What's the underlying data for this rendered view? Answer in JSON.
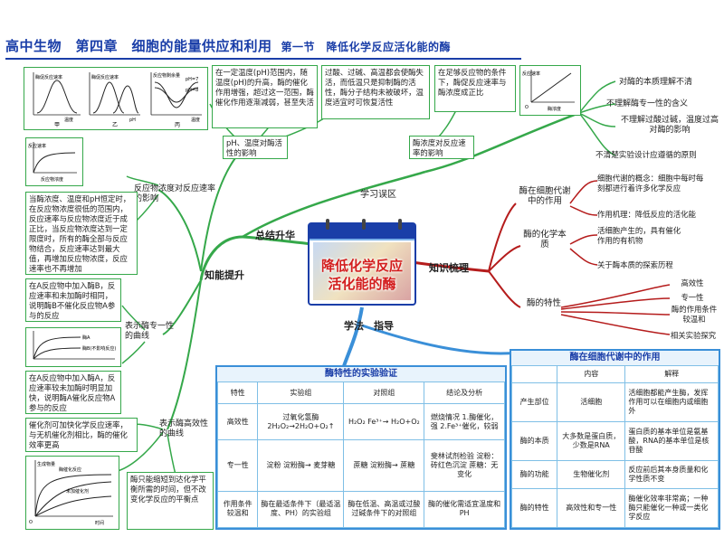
{
  "title": {
    "chapter": "高中生物　第四章　细胞的能量供应和利用",
    "section": "第一节　降低化学反应活化能的酶"
  },
  "center": {
    "line1": "降低化学反应",
    "line2": "活化能的酶"
  },
  "branches": {
    "zongjie": "总结升华",
    "zhishi": "知识梳理",
    "xuefa": "学法　指导",
    "nengli": "知能提升",
    "wuqu": "学习误区"
  },
  "top_boxes": {
    "b1": "在一定温度(pH)范围内，随温度(pH)的升高，酶的催化作用增强，超过这一范围，酶催化作用逐渐减弱，甚至失活",
    "b2": "过酸、过碱、高温都会使酶失活，而低温只是抑制酶的活性，酶分子结构未被破坏，温度适宜时可恢复活性",
    "b3": "在足够反应物的条件下，酶促反应速率与酶浓度成正比",
    "ph_label": "pH、温度对酶活性的影响",
    "conc_label": "酶浓度对反应速率的影响"
  },
  "graphs": {
    "jia": "甲",
    "yi": "乙",
    "bing": "丙",
    "g1y": "酶促反应速率",
    "g1x": "温度",
    "g2y": "酶促反应速率",
    "g2x": "pH",
    "g3y": "反应物剩余量",
    "g3a": "pH=7",
    "g3b": "pH=8",
    "g3x": "温度",
    "g4y": "反应速率",
    "g4x": "酶浓度",
    "origin": "O",
    "g5y": "反应速率",
    "g5x": "反应物浓度",
    "g6a": "酶A",
    "g6b": "酶B(不影响反应)",
    "g7y": "生成物量",
    "g7a": "酶催化反应",
    "g7b": "未加催化剂",
    "g7x": "时间"
  },
  "left_boxes": {
    "substrate_label": "反应物浓度对反应速率的影响",
    "b4": "当酶浓度、温度和pH恒定时，在反应物浓度很低的范围内，反应速率与反应物浓度近于成正比，当反应物浓度达到一定限度时，所有的酶全部与反应物结合，反应速率达到最大值，再增加反应物浓度，反应速率也不再增加",
    "b5": "在A反应物中加入酶B，反应速率和未加酶时相同，说明酶B不催化反应物A参与的反应",
    "b6": "在A反应物中加入酶A，反应速率较未加酶时明显加快，说明酶A催化反应物A参与的反应",
    "specificity_label": "表示酶专一性的曲线",
    "b7": "催化剂可加快化学反应速率，与无机催化剂相比，酶的催化效率更高",
    "efficiency_label": "表示酶高效性的曲线",
    "b8": "酶只能缩短到达化学平衡所需的时间，但不改变化学反应的平衡点"
  },
  "misunderstandings": [
    "对酶的本质理解不清",
    "不理解酶专一性的含义",
    "不理解过酸过碱，温度过高对酶的影响",
    "不清楚实验设计应遵循的原则"
  ],
  "knowledge": {
    "metabolism_label": "酶在细胞代谢中的作用",
    "concept": "细胞代谢的概念：细胞中每时每刻都进行着许多化学反应",
    "mechanism": "作用机理：降低反应的活化能",
    "nature_label": "酶的化学本质",
    "nature1": "活细胞产生的，具有催化作用的有机物",
    "nature2": "关于酶本质的探索历程",
    "feature_label": "酶的特性",
    "features": [
      "高效性",
      "专一性",
      "酶的作用条件较温和",
      "相关实验探究"
    ]
  },
  "table1": {
    "caption": "酶特性的实验验证",
    "headers": [
      "特性",
      "实验组",
      "对照组",
      "结论及分析"
    ],
    "rows": [
      [
        "高效性",
        "过氧化氢酶 2H₂O₂→2H₂O+O₂↑",
        "H₂O₂ Fe³⁺→ H₂O+O₂",
        "燃烧情况 1.酶催化，强 2.Fe³⁺催化，较弱"
      ],
      [
        "专一性",
        "淀粉 淀粉酶→ 麦芽糖",
        "蔗糖 淀粉酶→ 蔗糖",
        "斐林试剂检验 淀粉：砖红色沉淀 蔗糖：无变化"
      ],
      [
        "作用条件较温和",
        "酶在最适条件下（最适温度、PH）的实验组",
        "酶在低温、高温或过酸过碱条件下的对照组",
        "酶的催化需适宜温度和PH"
      ]
    ]
  },
  "table2": {
    "caption": "酶在细胞代谢中的作用",
    "headers": [
      "",
      "内容",
      "解释"
    ],
    "rows": [
      [
        "产生部位",
        "活细胞",
        "活细胞都能产生酶，发挥作用可以在细胞内或细胞外"
      ],
      [
        "酶的本质",
        "大多数是蛋白质，少数是RNA",
        "蛋白质的基本单位是氨基酸，RNA的基本单位是核苷酸"
      ],
      [
        "酶的功能",
        "生物催化剂",
        "反应前后其本身质量和化学性质不变"
      ],
      [
        "酶的特性",
        "高效性和专一性",
        "酶催化效率非常高；一种酶只能催化一种或一类化学反应"
      ]
    ]
  }
}
